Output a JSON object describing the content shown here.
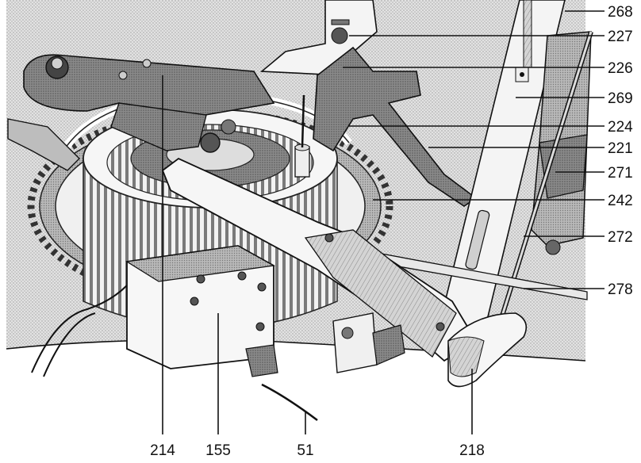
{
  "figure": {
    "right_labels": [
      {
        "id": "r1",
        "text": "268"
      },
      {
        "id": "r2",
        "text": "227"
      },
      {
        "id": "r3",
        "text": "226"
      },
      {
        "id": "r4",
        "text": "269"
      },
      {
        "id": "r5",
        "text": "224"
      },
      {
        "id": "r6",
        "text": "221"
      },
      {
        "id": "r7",
        "text": "271"
      },
      {
        "id": "r8",
        "text": "242"
      },
      {
        "id": "r9",
        "text": "272"
      },
      {
        "id": "r10",
        "text": "278"
      }
    ],
    "bottom_labels": [
      {
        "id": "b1",
        "text": "214"
      },
      {
        "id": "b2",
        "text": "155"
      },
      {
        "id": "b3",
        "text": "51"
      },
      {
        "id": "b4",
        "text": "218"
      }
    ]
  }
}
